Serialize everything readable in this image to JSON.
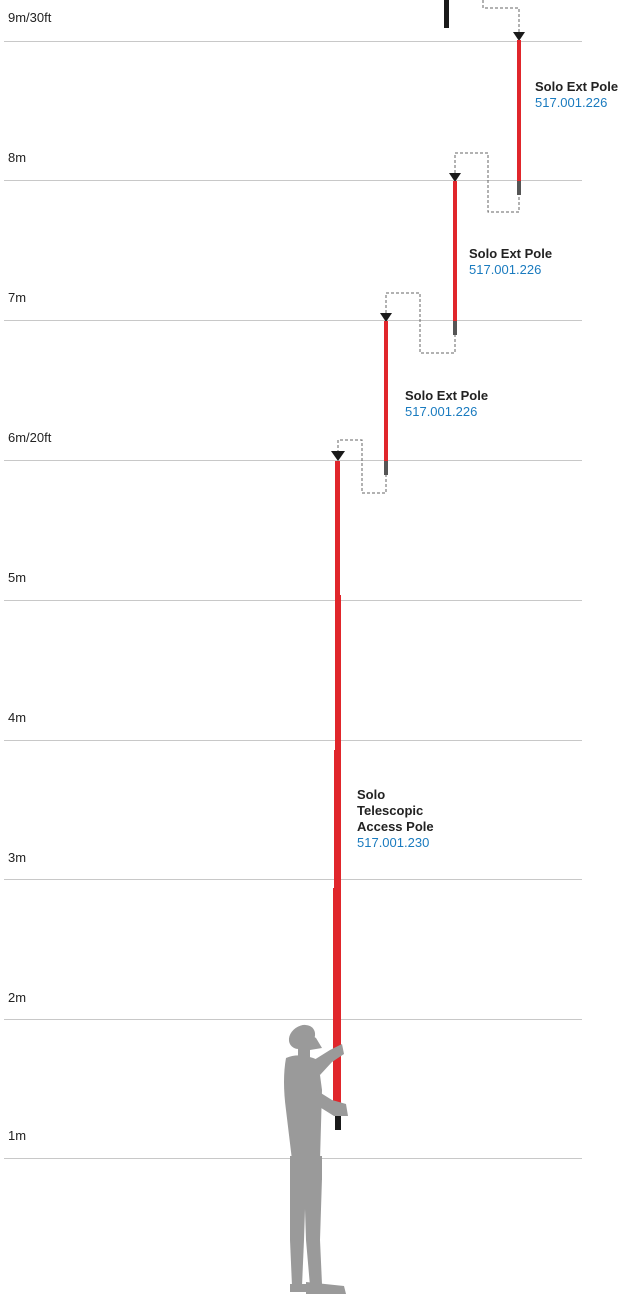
{
  "levels": [
    "9m/30ft",
    "8m",
    "7m",
    "6m/20ft",
    "5m",
    "4m",
    "3m",
    "2m",
    "1m"
  ],
  "ext_pole": {
    "name": "Solo Ext Pole",
    "part_number": "517.001.226"
  },
  "telescopic_pole": {
    "name_lines": [
      "Solo",
      "Telescopic",
      "Access Pole"
    ],
    "part_number": "517.001.230"
  },
  "colors": {
    "pole": "#e0262b",
    "pole_dark": "#b31e22",
    "rule": "#c8c8c8",
    "part_number": "#1a7bbf",
    "figure": "#9a9a9a",
    "dashed": "#666666"
  }
}
